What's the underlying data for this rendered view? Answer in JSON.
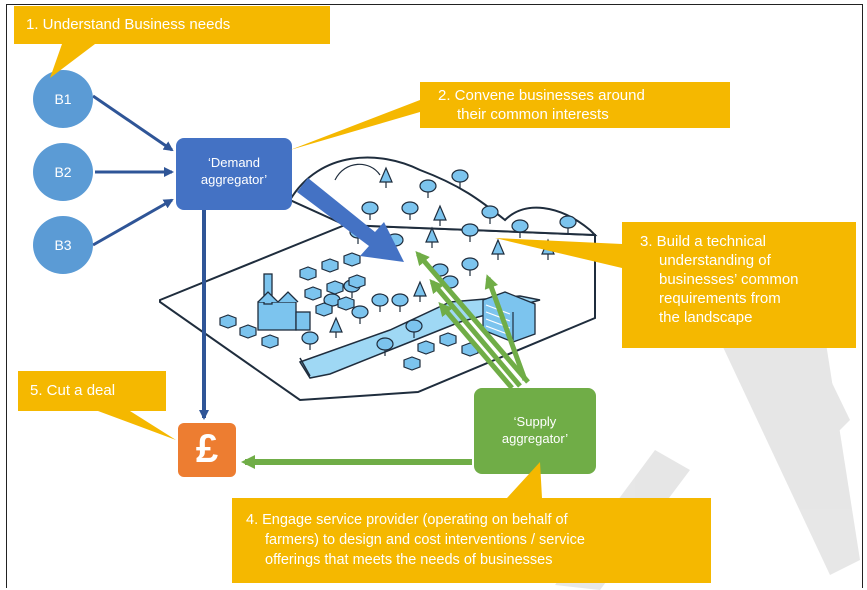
{
  "diagram": {
    "businesses": [
      {
        "label": "B1"
      },
      {
        "label": "B2"
      },
      {
        "label": "B3"
      }
    ],
    "demand_aggregator": {
      "label": "‘Demand aggregator’",
      "line1": "‘Demand",
      "line2": "aggregator’"
    },
    "supply_aggregator": {
      "label": "‘Supply aggregator’",
      "line1": "‘Supply",
      "line2": "aggregator’"
    },
    "deal_symbol": "£",
    "callouts": {
      "step1": "1.  Understand Business needs",
      "step2": {
        "line1": "2.  Convene businesses around",
        "line2": "their common interests"
      },
      "step3": {
        "line1": "3.  Build a technical",
        "line2": "understanding of",
        "line3": "businesses’ common",
        "line4": "requirements from",
        "line5": "the landscape"
      },
      "step4": {
        "line1": "4.  Engage service provider (operating on behalf of",
        "line2": "farmers) to design and cost interventions / service",
        "line3": "offerings that meets the needs of businesses"
      },
      "step5": "5.  Cut a deal"
    },
    "colors": {
      "callout_fill": "#f5b800",
      "business_node": "#5b9bd5",
      "demand_box": "#4472c4",
      "supply_box": "#70ad47",
      "deal_box": "#ed7d31",
      "blue_arrow": "#2f5597",
      "green_arrow": "#70ad47",
      "tree_fill": "#7cc4ee",
      "river_fill": "#9fd8f4"
    }
  }
}
